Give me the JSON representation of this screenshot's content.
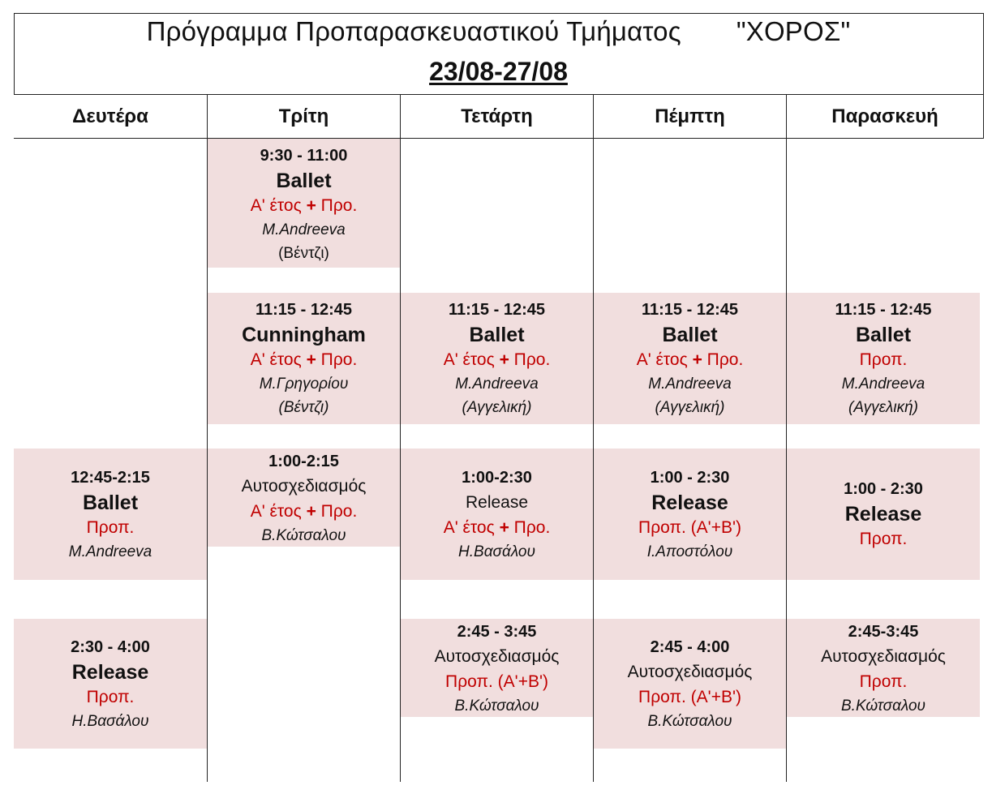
{
  "title": {
    "line1a": "Πρόγραμμα  Προπαρασκευαστικού Τμήματος",
    "line1b": "\"ΧΟΡΟΣ\"",
    "dates": "23/08-27/08"
  },
  "days": [
    "Δευτέρα",
    "Τρίτη",
    "Τετάρτη",
    "Πέμπτη",
    "Παρασκευή"
  ],
  "blocks": {
    "mon_1": {
      "time": "12:45-2:15",
      "course": "Ballet",
      "level": "Προπ.",
      "teacher": "M.Andreeva"
    },
    "mon_2": {
      "time": "2:30 - 4:00",
      "course": "Release",
      "level": "Προπ.",
      "teacher": "Η.Βασάλου"
    },
    "tue_1": {
      "time": "9:30 - 11:00",
      "course": "Ballet",
      "level_a": "Α' έτος ",
      "level_plus": "+",
      "level_b": " Προ.",
      "teacher": "M.Andreeva",
      "room": "(Βέντζι)"
    },
    "tue_2": {
      "time": "11:15 - 12:45",
      "course": "Cunningham",
      "level_a": "Α' έτος ",
      "level_plus": "+",
      "level_b": " Προ.",
      "teacher": "Μ.Γρηγορίου",
      "room": "(Βέντζι)"
    },
    "tue_3": {
      "time": "1:00-2:15",
      "course": "Αυτοσχεδιασμός",
      "level_a": "Α' έτος ",
      "level_plus": "+",
      "level_b": " Προ.",
      "teacher": "Β.Κώτσαλου"
    },
    "wed_1": {
      "time": "11:15 - 12:45",
      "course": "Ballet",
      "level_a": "Α' έτος ",
      "level_plus": "+",
      "level_b": " Προ.",
      "teacher": "M.Andreeva",
      "room": "(Αγγελική)"
    },
    "wed_2": {
      "time": "1:00-2:30",
      "course": "Release",
      "level_a": "Α' έτος ",
      "level_plus": "+",
      "level_b": " Προ.",
      "teacher": "Η.Βασάλου"
    },
    "wed_3": {
      "time": "2:45 - 3:45",
      "course": "Αυτοσχεδιασμός",
      "level": "Προπ. (Α'+Β')",
      "teacher": "Β.Κώτσαλου"
    },
    "thu_1": {
      "time": "11:15 - 12:45",
      "course": "Ballet",
      "level_a": "Α' έτος ",
      "level_plus": "+",
      "level_b": " Προ.",
      "teacher": "M.Andreeva",
      "room": "(Αγγελική)"
    },
    "thu_2": {
      "time": "1:00 - 2:30",
      "course": "Release",
      "level": "Προπ. (Α'+Β')",
      "teacher": "Ι.Αποστόλου"
    },
    "thu_3": {
      "time": "2:45 - 4:00",
      "course": "Αυτοσχεδιασμός",
      "level": "Προπ. (Α'+Β')",
      "teacher": "Β.Κώτσαλου"
    },
    "fri_1": {
      "time": "11:15 - 12:45",
      "course": "Ballet",
      "level": "Προπ.",
      "teacher": "M.Andreeva",
      "room": "(Αγγελική)"
    },
    "fri_2": {
      "time": "1:00 - 2:30",
      "course": "Release",
      "level": "Προπ."
    },
    "fri_3": {
      "time": "2:45-3:45",
      "course": "Αυτοσχεδιασμός",
      "level": "Προπ.",
      "teacher": "Β.Κώτσαλου"
    }
  },
  "colors": {
    "block_bg": "#f1dede",
    "level_text": "#c00000"
  }
}
